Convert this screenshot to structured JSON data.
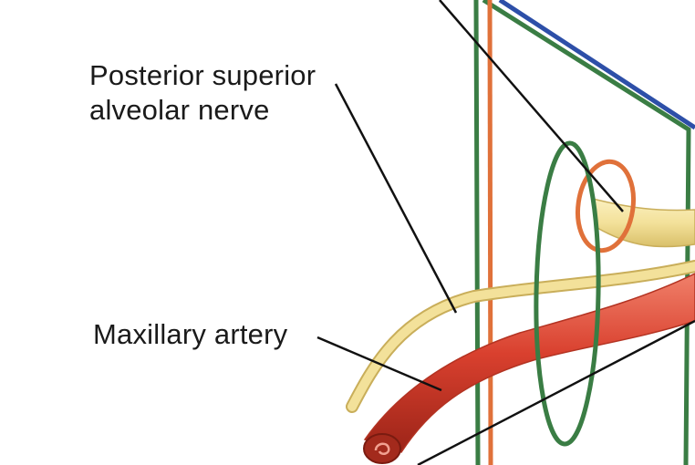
{
  "labels": {
    "psa_nerve_line1": "Posterior superior",
    "psa_nerve_line2": "alveolar nerve",
    "maxillary_artery": "Maxillary artery"
  },
  "colors": {
    "nerve": "#f3e19a",
    "artery": "#d9402e",
    "plane_green": "#3a7d44",
    "plane_blue": "#2d4fa8",
    "orange_ring": "#e0713a"
  }
}
